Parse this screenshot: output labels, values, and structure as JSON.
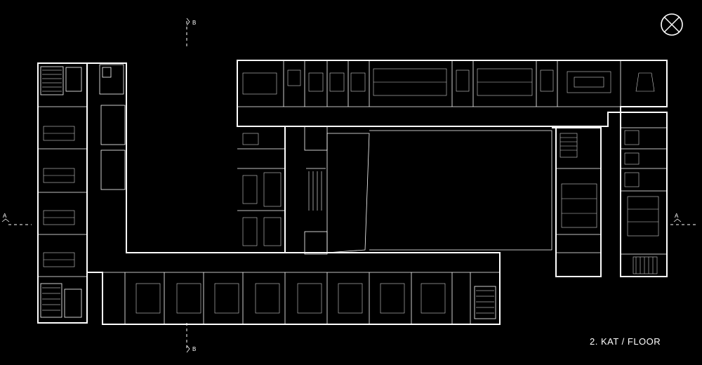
{
  "title": "2. KAT /  FLOOR",
  "section_marks": {
    "b_top": "B",
    "b_bottom": "B",
    "a_left": "A",
    "a_right": "A"
  },
  "icons": {
    "north": "north-arrow-icon"
  },
  "colors": {
    "background": "#000000",
    "lines": "#ffffff"
  }
}
